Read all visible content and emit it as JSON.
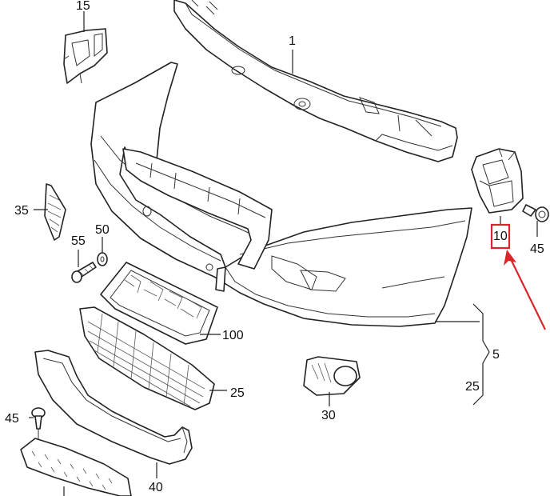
{
  "diagram": {
    "callouts": {
      "c15": "15",
      "c1": "1",
      "c35": "35",
      "c55": "55",
      "c50": "50",
      "c10": "10",
      "c45_right": "45",
      "c100": "100",
      "c5": "5",
      "c25_right": "25",
      "c25": "25",
      "c30": "30",
      "c45_left": "45",
      "c40": "40"
    },
    "highlight": {
      "callout": "10",
      "box_color": "#d9262b",
      "arrow_color": "#d9262b"
    }
  }
}
